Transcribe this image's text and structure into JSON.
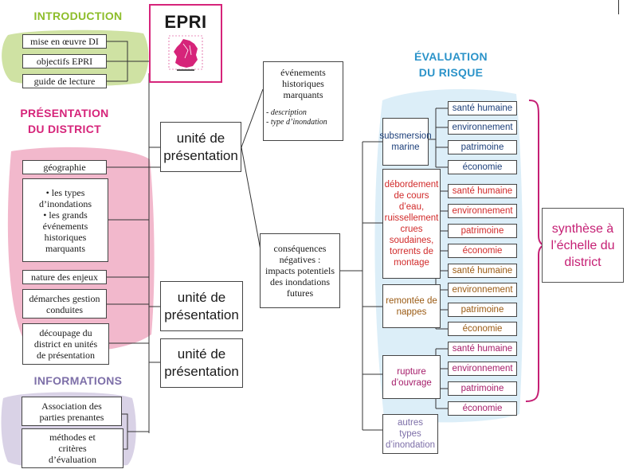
{
  "colors": {
    "intro_green": "#8dbd2a",
    "intro_blob": "#cfe2a3",
    "district_pink": "#d6247a",
    "district_blob": "#f2b8cc",
    "info_purple": "#7d6fa8",
    "info_blob": "#d9d2e6",
    "eval_blue": "#2b93c9",
    "eval_blob": "#dceef8",
    "red_text": "#d12a2a",
    "brown_text": "#9a5a12",
    "magenta_text": "#a51d6a",
    "navy_text": "#1c3f7a"
  },
  "headings": {
    "introduction": "INTRODUCTION",
    "presentation_line1": "PRÉSENTATION",
    "presentation_line2": "DU DISTRICT",
    "informations": "INFORMATIONS",
    "evaluation_line1": "ÉVALUATION",
    "evaluation_line2": "DU RISQUE"
  },
  "logo": {
    "title": "EPRI",
    "icon": "france-map-icon"
  },
  "intro_items": [
    "mise en œuvre DI",
    "objectifs EPRI",
    "guide de lecture"
  ],
  "district_items": {
    "geo": "géographie",
    "types": [
      "• les types",
      "d’inondations",
      "• les grands",
      "événements",
      "historiques",
      "marquants"
    ],
    "enjeux": "nature des enjeux",
    "gestion": [
      "démarches gestion",
      "conduites"
    ],
    "decoupage": [
      "découpage du",
      "district en unités",
      "de présentation"
    ]
  },
  "info_items": {
    "assoc": [
      "Association des",
      "parties prenantes"
    ],
    "methodes": [
      "méthodes et",
      "critères",
      "d’évaluation"
    ]
  },
  "units": [
    "unité de",
    "présentation"
  ],
  "events": {
    "title": [
      "événements",
      "historiques",
      "marquants"
    ],
    "details": [
      "- description",
      "- type d’inondation"
    ]
  },
  "consequences": [
    "conséquences",
    "négatives :",
    "impacts potentiels",
    "des inondations",
    "futures"
  ],
  "risk_types": {
    "submersion": [
      "subsmersion",
      "marine"
    ],
    "debordement": [
      "débordement",
      "de cours",
      "d’eau,",
      "ruissellement",
      "crues",
      "soudaines,",
      "torrents de",
      "montage"
    ],
    "remontee": [
      "remontée de",
      "nappes"
    ],
    "rupture": [
      "rupture",
      "d’ouvrage"
    ],
    "autres": [
      "autres types",
      "d’inondation"
    ]
  },
  "impacts": [
    "santé humaine",
    "environnement",
    "patrimoine",
    "économie"
  ],
  "synthese": [
    "synthèse à",
    "l’échelle du",
    "district"
  ]
}
